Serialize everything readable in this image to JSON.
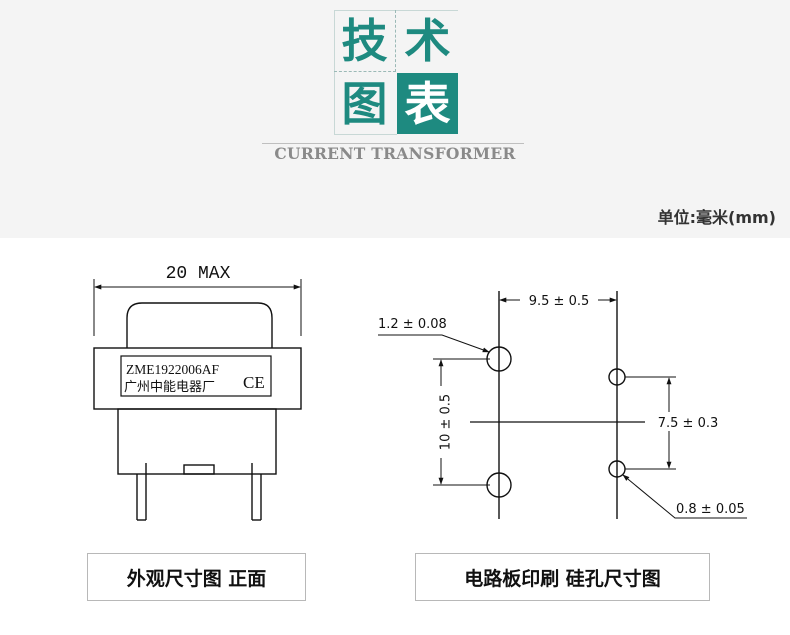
{
  "logo": {
    "char1": "技",
    "char2": "术",
    "char3": "图",
    "char4": "表",
    "accent_color": "#1e8a80"
  },
  "subtitle": "CURRENT TRANSFORMER",
  "unit_label": "单位:毫米(mm)",
  "front_view": {
    "width_dim": "20 MAX",
    "label_line1": "ZME1922006AF",
    "label_line2": "广州中能电器厂",
    "mark": "CE",
    "caption": "外观尺寸图 正面"
  },
  "pcb_view": {
    "top_spacing": "9.5 ± 0.5",
    "hole_large": "1.2 ± 0.08",
    "vertical_spacing": "10 ± 0.5",
    "right_spacing": "7.5 ± 0.3",
    "hole_small": "0.8 ± 0.05",
    "caption": "电路板印刷 硅孔尺寸图"
  }
}
